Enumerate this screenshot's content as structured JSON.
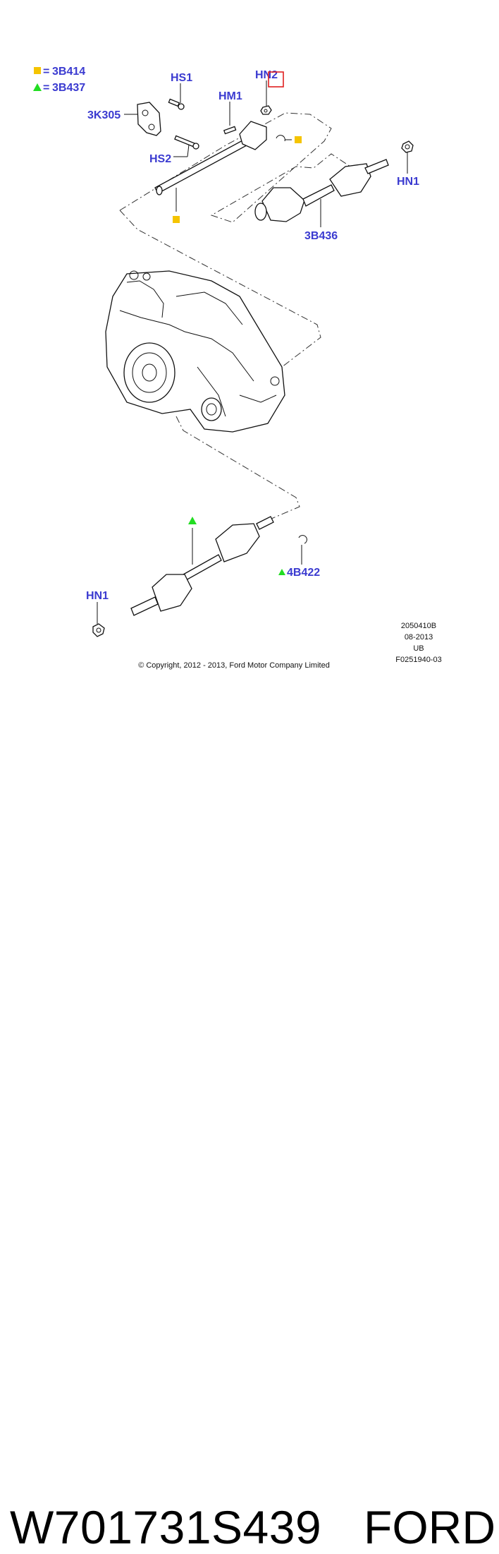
{
  "legend": {
    "square_code": "3B414",
    "triangle_code": "3B437",
    "square_color": "#f5c400",
    "triangle_color": "#22dd22"
  },
  "callouts": {
    "hs1": "HS1",
    "hn2": "HN2",
    "hm1": "HM1",
    "k305": "3K305",
    "hs2": "HS2",
    "hn1_top": "HN1",
    "b436": "3B436",
    "b422": "4B422",
    "hn1_bottom": "HN1"
  },
  "info_block": {
    "line1": "2050410B",
    "line2": "08-2013",
    "line3": "UB",
    "line4": "F0251940-03"
  },
  "copyright": "© Copyright, 2012 - 2013, Ford Motor Company Limited",
  "caption": {
    "part_number": "W701731S439",
    "brand": "FORD"
  },
  "highlight_color": "#e02020",
  "callout_color": "#3a3ad0"
}
